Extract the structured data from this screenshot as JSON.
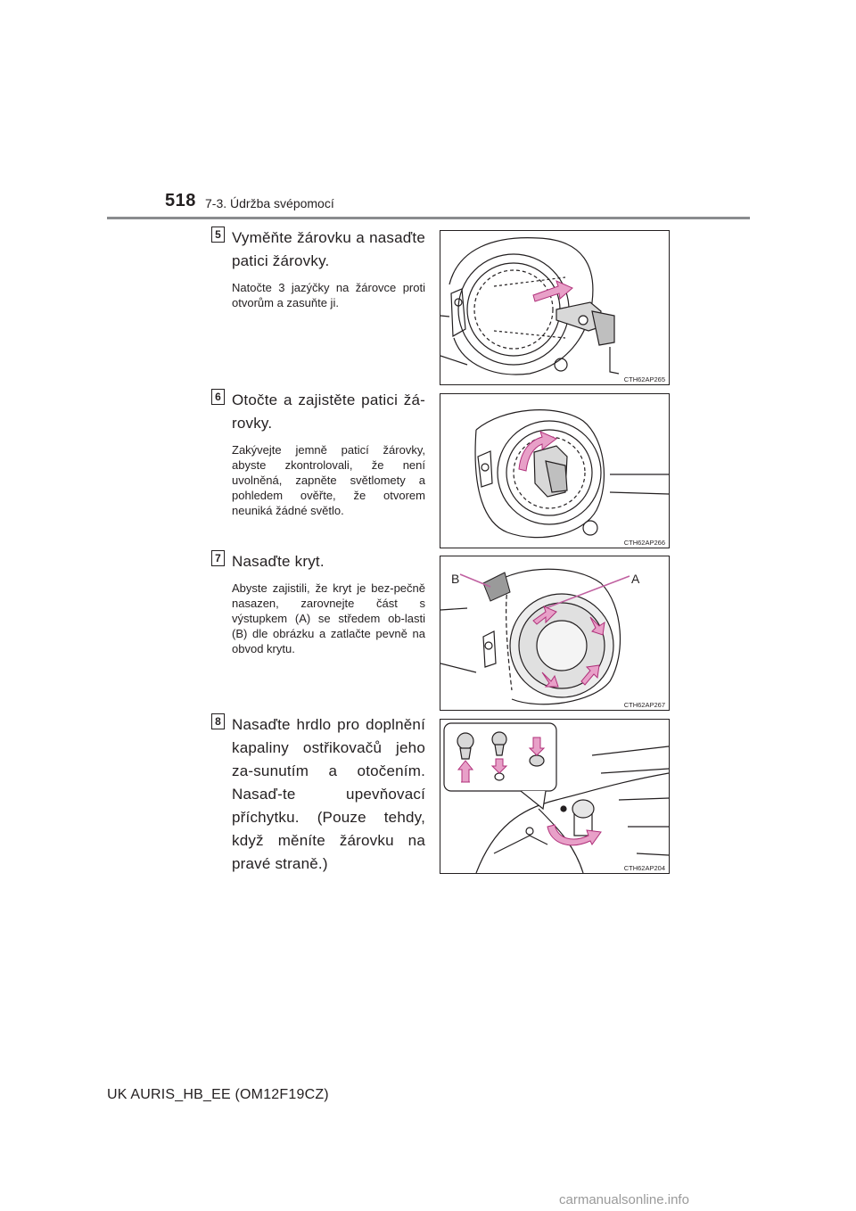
{
  "header": {
    "page_number": "518",
    "section": "7-3. Údržba svépomocí"
  },
  "steps": [
    {
      "number": "5",
      "title": "Vyměňte žárovku a nasaďte patici žárovky.",
      "description": "Natočte 3 jazýčky na žárovce proti otvorům a zasuňte ji.",
      "figure_code": "CTH62AP265"
    },
    {
      "number": "6",
      "title": "Otočte a zajistěte patici žá-rovky.",
      "description": "Zakývejte jemně paticí žárovky, abyste zkontrolovali, že není uvolněná, zapněte světlomety a pohledem ověřte, že otvorem neuniká žádné světlo.",
      "figure_code": "CTH62AP266"
    },
    {
      "number": "7",
      "title": "Nasaďte kryt.",
      "description": "Abyste zajistili, že kryt je bez-pečně nasazen, zarovnejte část s výstupkem (A) se středem ob-lasti (B) dle obrázku a zatlačte pevně na obvod krytu.",
      "figure_code": "CTH62AP267",
      "label_a": "A",
      "label_b": "B"
    },
    {
      "number": "8",
      "title": "Nasaďte hrdlo pro doplnění kapaliny ostřikovačů jeho za-sunutím a otočením. Nasaď-te upevňovací příchytku. (Pouze tehdy, když měníte žárovku na pravé straně.)",
      "description": "",
      "figure_code": "CTH62AP204"
    }
  ],
  "footer": "UK AURIS_HB_EE (OM12F19CZ)",
  "watermark": "carmanualsonline.info",
  "colors": {
    "rule": "#8a8c8e",
    "arrow": "#e8a0c8",
    "arrow_stroke": "#b0307a",
    "ink": "#231f20"
  }
}
